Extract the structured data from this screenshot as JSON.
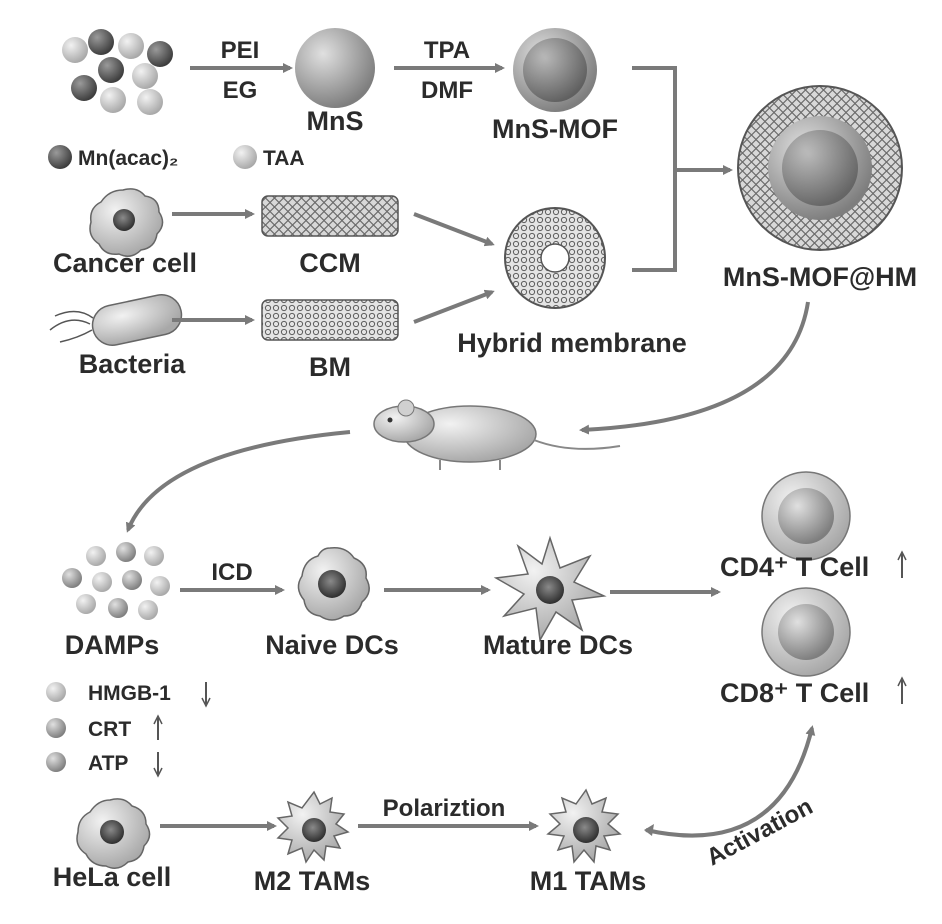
{
  "synthesis": {
    "step1_top": "PEI",
    "step1_bottom": "EG",
    "mns": "MnS",
    "step2_top": "TPA",
    "step2_bottom": "DMF",
    "mns_mof": "MnS-MOF",
    "legend_mn": "Mn(acac)₂",
    "legend_taa": "TAA",
    "cancer_cell": "Cancer cell",
    "ccm": "CCM",
    "bacteria": "Bacteria",
    "bm": "BM",
    "hybrid": "Hybrid membrane",
    "product": "MnS-MOF@HM"
  },
  "immune": {
    "damps": "DAMPs",
    "icd": "ICD",
    "naive": "Naive DCs",
    "mature": "Mature DCs",
    "cd4": "CD4⁺ T Cell",
    "cd8": "CD8⁺ T Cell",
    "hmgb1": "HMGB-1",
    "crt": "CRT",
    "atp": "ATP",
    "hela": "HeLa cell",
    "m2": "M2 TAMs",
    "polarization": "Polariztion",
    "m1": "M1 TAMs",
    "activation": "Activation"
  },
  "colors": {
    "arrow": "#7a7a7a",
    "text": "#2b2b2b",
    "sphere_dark": "#5a5a5a",
    "sphere_light": "#c4c4c4"
  }
}
